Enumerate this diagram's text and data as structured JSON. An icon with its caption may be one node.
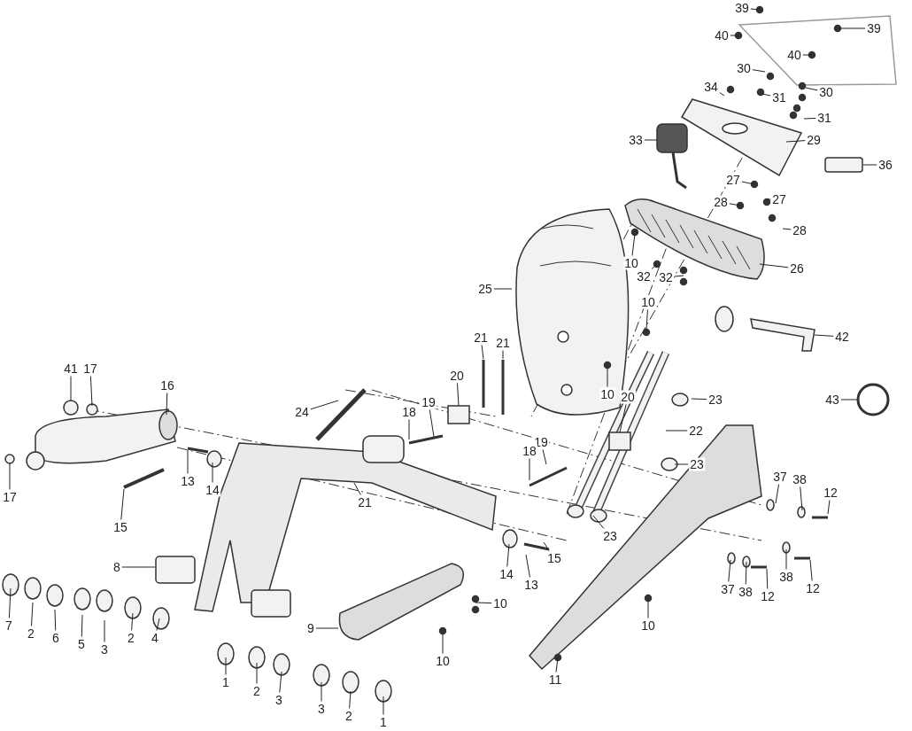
{
  "diagram": {
    "nodes": [
      {
        "text": [
          "39"
        ]
      },
      {
        "text": [
          "39"
        ]
      },
      {
        "text": [
          "40"
        ]
      },
      {
        "text": [
          "40"
        ]
      },
      {
        "text": [
          "30"
        ]
      },
      {
        "text": [
          "34"
        ]
      },
      {
        "text": [
          "30"
        ]
      },
      {
        "text": [
          "31"
        ]
      },
      {
        "text": [
          "31"
        ]
      },
      {
        "text": [
          "33"
        ]
      },
      {
        "text": [
          "29"
        ]
      },
      {
        "text": [
          "36"
        ]
      },
      {
        "text": [
          "27"
        ]
      },
      {
        "text": [
          "27"
        ]
      },
      {
        "text": [
          "28"
        ]
      },
      {
        "text": [
          "28"
        ]
      },
      {
        "text": [
          "10"
        ]
      },
      {
        "text": [
          "26"
        ]
      },
      {
        "text": [
          "32"
        ]
      },
      {
        "text": [
          "32"
        ]
      },
      {
        "text": [
          "25"
        ]
      },
      {
        "text": [
          "10"
        ]
      },
      {
        "text": [
          "42"
        ]
      },
      {
        "text": [
          "21"
        ]
      },
      {
        "text": [
          "21"
        ]
      },
      {
        "text": [
          "41"
        ]
      },
      {
        "text": [
          "17"
        ]
      },
      {
        "text": [
          "20"
        ]
      },
      {
        "text": [
          "16"
        ]
      },
      {
        "text": [
          "10"
        ]
      },
      {
        "text": [
          "43"
        ]
      },
      {
        "text": [
          "23"
        ]
      },
      {
        "text": [
          "19"
        ]
      },
      {
        "text": [
          "24"
        ]
      },
      {
        "text": [
          "18"
        ]
      },
      {
        "text": [
          "20"
        ]
      },
      {
        "text": [
          "22"
        ]
      },
      {
        "text": [
          "19"
        ]
      },
      {
        "text": [
          "18"
        ]
      },
      {
        "text": [
          "23"
        ]
      },
      {
        "text": [
          "37"
        ]
      },
      {
        "text": [
          "38"
        ]
      },
      {
        "text": [
          "13"
        ]
      },
      {
        "text": [
          "14"
        ]
      },
      {
        "text": [
          "12"
        ]
      },
      {
        "text": [
          "17"
        ]
      },
      {
        "text": [
          "21"
        ]
      },
      {
        "text": [
          "15"
        ]
      },
      {
        "text": [
          "23"
        ]
      },
      {
        "text": [
          "15"
        ]
      },
      {
        "text": [
          "8"
        ]
      },
      {
        "text": [
          "14"
        ]
      },
      {
        "text": [
          "38"
        ]
      },
      {
        "text": [
          "13"
        ]
      },
      {
        "text": [
          "12"
        ]
      },
      {
        "text": [
          "37"
        ]
      },
      {
        "text": [
          "38"
        ]
      },
      {
        "text": [
          "12"
        ]
      },
      {
        "text": [
          "10"
        ]
      },
      {
        "text": [
          "7"
        ]
      },
      {
        "text": [
          "10"
        ]
      },
      {
        "text": [
          "9"
        ]
      },
      {
        "text": [
          "2"
        ]
      },
      {
        "text": [
          "6"
        ]
      },
      {
        "text": [
          "2"
        ]
      },
      {
        "text": [
          "4"
        ]
      },
      {
        "text": [
          "5"
        ]
      },
      {
        "text": [
          "3"
        ]
      },
      {
        "text": [
          "10"
        ]
      },
      {
        "text": [
          "11"
        ]
      },
      {
        "text": [
          "1"
        ]
      },
      {
        "text": [
          "2"
        ]
      },
      {
        "text": [
          "3"
        ]
      },
      {
        "text": [
          "3"
        ]
      },
      {
        "text": [
          "2"
        ]
      },
      {
        "text": [
          "1"
        ]
      }
    ],
    "edges": [
      {
        "from": 0,
        "to": null,
        "arrow": "none"
      },
      {
        "from": 1,
        "to": null,
        "arrow": "none"
      },
      {
        "from": 2,
        "to": null,
        "arrow": "none"
      },
      {
        "from": 3,
        "to": null,
        "arrow": "none"
      },
      {
        "from": 4,
        "to": null,
        "arrow": "none"
      },
      {
        "from": 5,
        "to": null,
        "arrow": "none"
      },
      {
        "from": 6,
        "to": null,
        "arrow": "none"
      },
      {
        "from": 7,
        "to": null,
        "arrow": "none"
      },
      {
        "from": 8,
        "to": null,
        "arrow": "none"
      },
      {
        "from": 9,
        "to": null,
        "arrow": "none"
      },
      {
        "from": 10,
        "to": null,
        "arrow": "none"
      },
      {
        "from": 11,
        "to": null,
        "arrow": "none"
      },
      {
        "from": 12,
        "to": null,
        "arrow": "none"
      },
      {
        "from": 13,
        "to": null,
        "arrow": "none"
      },
      {
        "from": 14,
        "to": null,
        "arrow": "none"
      },
      {
        "from": 15,
        "to": null,
        "arrow": "none"
      },
      {
        "from": 16,
        "to": null,
        "arrow": "none"
      },
      {
        "from": 17,
        "to": null,
        "arrow": "none"
      },
      {
        "from": 18,
        "to": null,
        "arrow": "none"
      },
      {
        "from": 19,
        "to": null,
        "arrow": "none"
      },
      {
        "from": 20,
        "to": null,
        "arrow": "none"
      },
      {
        "from": 21,
        "to": null,
        "arrow": "none"
      },
      {
        "from": 22,
        "to": null,
        "arrow": "none"
      },
      {
        "from": 23,
        "to": null,
        "arrow": "none"
      },
      {
        "from": 24,
        "to": null,
        "arrow": "none"
      },
      {
        "from": 25,
        "to": null,
        "arrow": "none"
      },
      {
        "from": 26,
        "to": null,
        "arrow": "none"
      },
      {
        "from": 27,
        "to": null,
        "arrow": "none"
      },
      {
        "from": 28,
        "to": null,
        "arrow": "none"
      },
      {
        "from": 29,
        "to": null,
        "arrow": "none"
      },
      {
        "from": 30,
        "to": null,
        "arrow": "none"
      },
      {
        "from": 31,
        "to": null,
        "arrow": "none"
      },
      {
        "from": 32,
        "to": null,
        "arrow": "none"
      },
      {
        "from": 33,
        "to": null,
        "arrow": "none"
      },
      {
        "from": 34,
        "to": null,
        "arrow": "none"
      },
      {
        "from": 35,
        "to": null,
        "arrow": "none"
      },
      {
        "from": 36,
        "to": null,
        "arrow": "none"
      },
      {
        "from": 37,
        "to": null,
        "arrow": "none"
      },
      {
        "from": 38,
        "to": null,
        "arrow": "none"
      },
      {
        "from": 39,
        "to": null,
        "arrow": "none"
      },
      {
        "from": 40,
        "to": null,
        "arrow": "none"
      },
      {
        "from": 41,
        "to": null,
        "arrow": "none"
      },
      {
        "from": 42,
        "to": null,
        "arrow": "none"
      },
      {
        "from": 43,
        "to": null,
        "arrow": "none"
      },
      {
        "from": 44,
        "to": null,
        "arrow": "none"
      },
      {
        "from": 45,
        "to": null,
        "arrow": "none"
      },
      {
        "from": 46,
        "to": null,
        "arrow": "none"
      },
      {
        "from": 47,
        "to": null,
        "arrow": "none"
      },
      {
        "from": 48,
        "to": null,
        "arrow": "none"
      },
      {
        "from": 49,
        "to": null,
        "arrow": "none"
      },
      {
        "from": 50,
        "to": null,
        "arrow": "none"
      },
      {
        "from": 51,
        "to": null,
        "arrow": "none"
      },
      {
        "from": 52,
        "to": null,
        "arrow": "none"
      },
      {
        "from": 53,
        "to": null,
        "arrow": "none"
      },
      {
        "from": 54,
        "to": null,
        "arrow": "none"
      },
      {
        "from": 55,
        "to": null,
        "arrow": "none"
      },
      {
        "from": 56,
        "to": null,
        "arrow": "none"
      },
      {
        "from": 57,
        "to": null,
        "arrow": "none"
      },
      {
        "from": 58,
        "to": null,
        "arrow": "none"
      },
      {
        "from": 59,
        "to": null,
        "arrow": "none"
      },
      {
        "from": 60,
        "to": null,
        "arrow": "none"
      },
      {
        "from": 61,
        "to": null,
        "arrow": "none"
      },
      {
        "from": 62,
        "to": null,
        "arrow": "none"
      },
      {
        "from": 63,
        "to": null,
        "arrow": "none"
      },
      {
        "from": 64,
        "to": null,
        "arrow": "none"
      },
      {
        "from": 65,
        "to": null,
        "arrow": "none"
      },
      {
        "from": 66,
        "to": null,
        "arrow": "none"
      },
      {
        "from": 67,
        "to": null,
        "arrow": "none"
      },
      {
        "from": 68,
        "to": null,
        "arrow": "none"
      },
      {
        "from": 69,
        "to": null,
        "arrow": "none"
      },
      {
        "from": 70,
        "to": null,
        "arrow": "none"
      },
      {
        "from": 71,
        "to": null,
        "arrow": "none"
      },
      {
        "from": 72,
        "to": null,
        "arrow": "none"
      },
      {
        "from": 73,
        "to": null,
        "arrow": "none"
      },
      {
        "from": 74,
        "to": null,
        "arrow": "none"
      },
      {
        "from": 75,
        "to": null,
        "arrow": "none"
      }
    ]
  }
}
